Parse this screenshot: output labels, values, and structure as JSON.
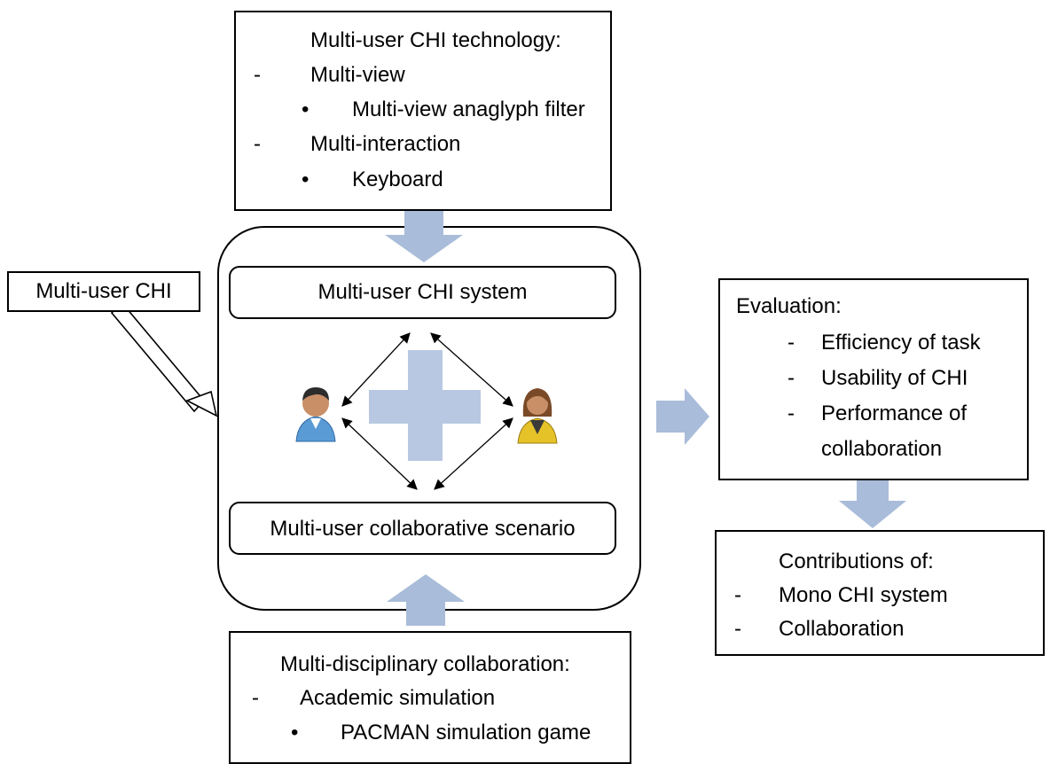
{
  "top_box": {
    "title": "Multi-user CHI technology:",
    "items": [
      {
        "bullet": "-",
        "label": "Multi-view"
      },
      {
        "bullet": "•",
        "label": "Multi-view anaglyph filter"
      },
      {
        "bullet": "-",
        "label": "Multi-interaction"
      },
      {
        "bullet": "•",
        "label": "Keyboard"
      }
    ]
  },
  "side_label": "Multi-user CHI",
  "system_box": "Multi-user CHI system",
  "scenario_box": "Multi-user collaborative scenario",
  "evaluation_box": {
    "title": "Evaluation:",
    "items": [
      {
        "bullet": "-",
        "label": "Efficiency of task"
      },
      {
        "bullet": "-",
        "label": "Usability of CHI"
      },
      {
        "bullet": "-",
        "label": "Performance of"
      },
      {
        "bullet": "",
        "label": "collaboration"
      }
    ]
  },
  "contributions_box": {
    "title": "Contributions of:",
    "items": [
      {
        "bullet": "-",
        "label": "Mono CHI system"
      },
      {
        "bullet": "-",
        "label": "Collaboration"
      }
    ]
  },
  "bottom_box": {
    "title": "Multi-disciplinary collaboration:",
    "items": [
      {
        "bullet": "-",
        "label": "Academic simulation"
      },
      {
        "bullet": "•",
        "label": "PACMAN simulation game"
      }
    ]
  },
  "colors": {
    "arrow_fill": "#a9bcd9",
    "plus_fill": "#b8c8e2",
    "border": "#000000"
  },
  "icons": [
    "user-male-icon",
    "user-female-icon"
  ]
}
